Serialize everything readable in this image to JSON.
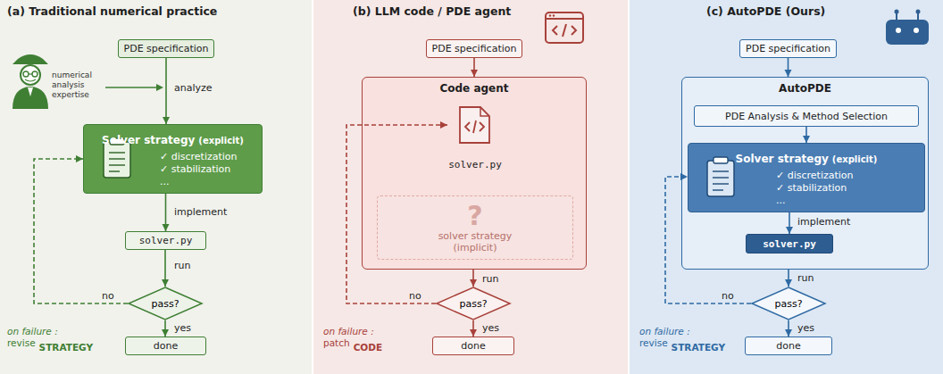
{
  "diagram": {
    "nodes": [
      {
        "text": [
          "(a) Traditional numerical practice"
        ]
      },
      {
        "text": [
          "PDE specification"
        ],
        "in": 0
      },
      {
        "text": [
          "Solver strategy",
          "(explicit)",
          "✓ discretization",
          "✓ stabilization",
          "..."
        ],
        "in": 0
      },
      {
        "text": [
          "solver.py"
        ],
        "in": 0
      },
      {
        "text": [
          "pass?"
        ],
        "in": 0
      },
      {
        "text": [
          "done"
        ],
        "in": 0
      },
      {
        "text": [
          "(b) LLM code / PDE agent"
        ]
      },
      {
        "text": [
          "PDE specification"
        ],
        "in": 6
      },
      {
        "text": [
          "Code agent"
        ],
        "in": 6
      },
      {
        "text": [
          "solver.py"
        ],
        "in": 8
      },
      {
        "text": [
          "?",
          "solver strategy (implicit)"
        ],
        "in": 8
      },
      {
        "text": [
          "pass?"
        ],
        "in": 6
      },
      {
        "text": [
          "done"
        ],
        "in": 6
      },
      {
        "text": [
          "(c) AutoPDE (Ours)"
        ]
      },
      {
        "text": [
          "PDE specification"
        ],
        "in": 13
      },
      {
        "text": [
          "AutoPDE"
        ],
        "in": 13
      },
      {
        "text": [
          "PDE Analysis & Method Selection"
        ],
        "in": 15
      },
      {
        "text": [
          "Solver strategy",
          "(explicit)",
          "✓ discretization",
          "✓ stabilization",
          "..."
        ],
        "in": 15
      },
      {
        "text": [
          "solver.py"
        ],
        "in": 15
      },
      {
        "text": [
          "pass?"
        ],
        "in": 13
      },
      {
        "text": [
          "done"
        ],
        "in": 13
      }
    ],
    "edges": [
      {
        "from": 1,
        "to": 2,
        "arrow": "to",
        "label": "analyze"
      },
      {
        "from": 2,
        "to": 3,
        "arrow": "to",
        "label": "implement"
      },
      {
        "from": 3,
        "to": 4,
        "arrow": "to",
        "label": "run"
      },
      {
        "from": 4,
        "to": 5,
        "arrow": "to",
        "label": "yes"
      },
      {
        "from": 4,
        "to": 2,
        "arrow": "to",
        "label": "no"
      },
      {
        "from": 7,
        "to": 8,
        "arrow": "to"
      },
      {
        "from": 8,
        "to": 11,
        "arrow": "to",
        "label": "run"
      },
      {
        "from": 11,
        "to": 12,
        "arrow": "to",
        "label": "yes"
      },
      {
        "from": 11,
        "to": 9,
        "arrow": "to",
        "label": "no"
      },
      {
        "from": 14,
        "to": 15,
        "arrow": "to"
      },
      {
        "from": 16,
        "to": 17,
        "arrow": "to"
      },
      {
        "from": 17,
        "to": 18,
        "arrow": "to",
        "label": "implement"
      },
      {
        "from": 15,
        "to": 19,
        "arrow": "to",
        "label": "run"
      },
      {
        "from": 19,
        "to": 20,
        "arrow": "to",
        "label": "yes"
      },
      {
        "from": 19,
        "to": 17,
        "arrow": "to",
        "label": "no"
      }
    ],
    "labels": [
      "numerical analysis expertise",
      "on failure :",
      "revise",
      "STRATEGY",
      "on failure :",
      "patch",
      "CODE",
      "on failure :",
      "revise",
      "STRATEGY"
    ]
  }
}
